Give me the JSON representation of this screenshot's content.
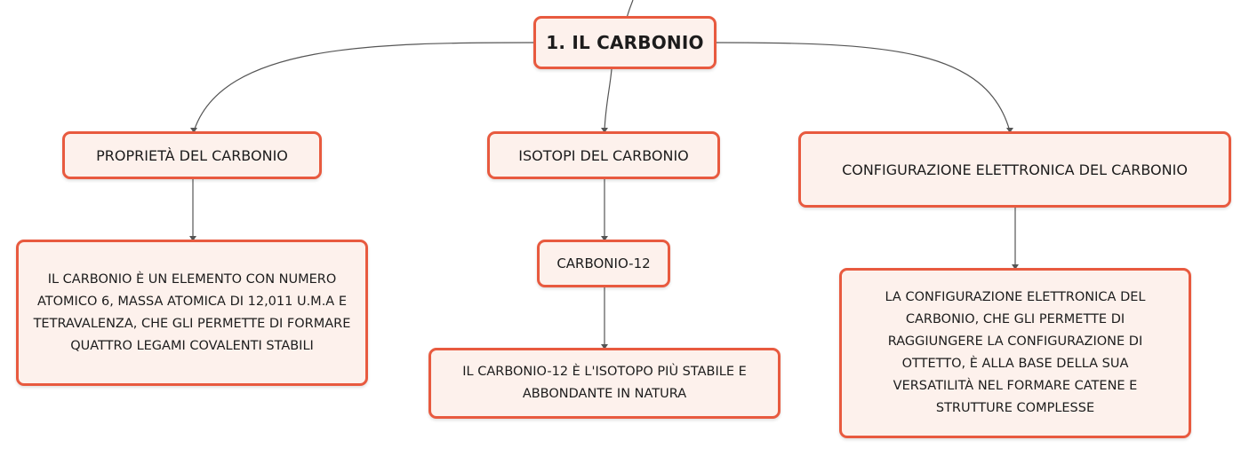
{
  "colors": {
    "node_border": "#e85a3f",
    "node_fill": "#fdf1ec",
    "connector": "#555555",
    "text": "#1c1c1c"
  },
  "root": {
    "label": "1. IL CARBONIO"
  },
  "branches": [
    {
      "title": "PROPRIETÀ DEL CARBONIO",
      "detail": "IL CARBONIO È UN ELEMENTO CON NUMERO ATOMICO 6, MASSA ATOMICA DI 12,011 U.M.A E TETRAVALENZA, CHE GLI PERMETTE DI FORMARE QUATTRO LEGAMI COVALENTI STABILI"
    },
    {
      "title": "ISOTOPI DEL CARBONIO",
      "subtopic": "CARBONIO-12",
      "detail": "IL CARBONIO-12 È L'ISOTOPO PIÙ STABILE E ABBONDANTE IN NATURA"
    },
    {
      "title": "CONFIGURAZIONE ELETTRONICA DEL CARBONIO",
      "detail": "LA CONFIGURAZIONE ELETTRONICA DEL CARBONIO, CHE GLI PERMETTE DI RAGGIUNGERE LA CONFIGURAZIONE DI OTTETTO, È ALLA BASE DELLA SUA VERSATILITÀ NEL FORMARE CATENE E STRUTTURE COMPLESSE"
    }
  ]
}
